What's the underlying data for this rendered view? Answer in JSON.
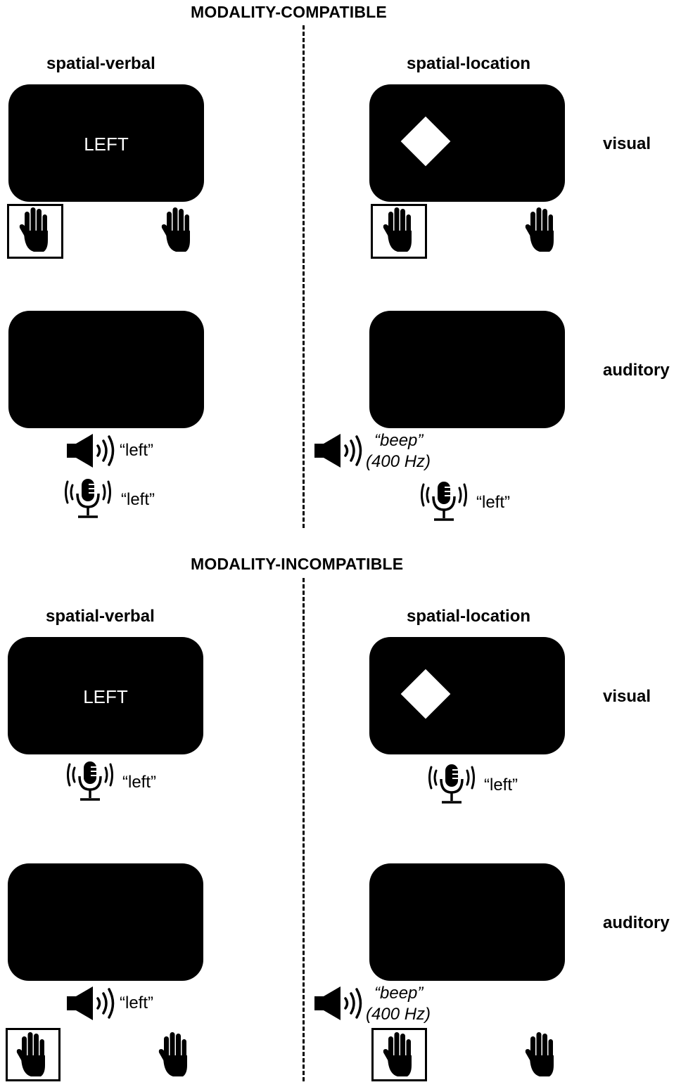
{
  "sections": [
    {
      "title": "MODALITY-COMPATIBLE",
      "columns": [
        "spatial-verbal",
        "spatial-location"
      ],
      "rows": [
        "visual",
        "auditory"
      ],
      "visual_verbal_stimulus": "LEFT",
      "auditory_verbal_word": "“left”",
      "auditory_location_line1": "“beep”",
      "auditory_location_line2": "(400 Hz)",
      "vocal_response_verbal": "“left”",
      "vocal_response_location": "“left”"
    },
    {
      "title": "MODALITY-INCOMPATIBLE",
      "columns": [
        "spatial-verbal",
        "spatial-location"
      ],
      "rows": [
        "visual",
        "auditory"
      ],
      "visual_verbal_stimulus": "LEFT",
      "vocal_response_verbal": "“left”",
      "vocal_response_location": "“left”",
      "auditory_verbal_word": "“left”",
      "auditory_location_line1": "“beep”",
      "auditory_location_line2": "(400 Hz)"
    }
  ],
  "icons": {
    "hand": "hand-icon",
    "speaker": "speaker-icon",
    "microphone": "microphone-icon"
  },
  "colors": {
    "screen": "#000000",
    "stimulus": "#ffffff"
  }
}
